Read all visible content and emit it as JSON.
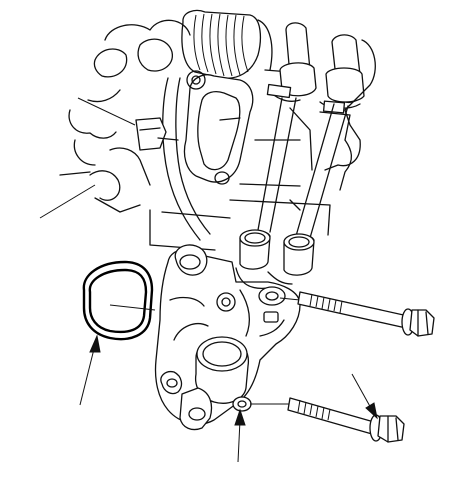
{
  "diagram": {
    "parts": [
      {
        "id": "thermostat-housing",
        "kind": "housing"
      },
      {
        "id": "o-ring",
        "kind": "gasket"
      },
      {
        "id": "upper-bolt",
        "kind": "bolt"
      },
      {
        "id": "lower-bolt",
        "kind": "bolt"
      },
      {
        "id": "engine-block",
        "kind": "background-assembly"
      },
      {
        "id": "hoses",
        "kind": "background-assembly"
      }
    ],
    "callouts": [
      {
        "target": "o-ring"
      },
      {
        "target": "thermostat-housing"
      },
      {
        "target": "lower-bolt"
      }
    ]
  }
}
